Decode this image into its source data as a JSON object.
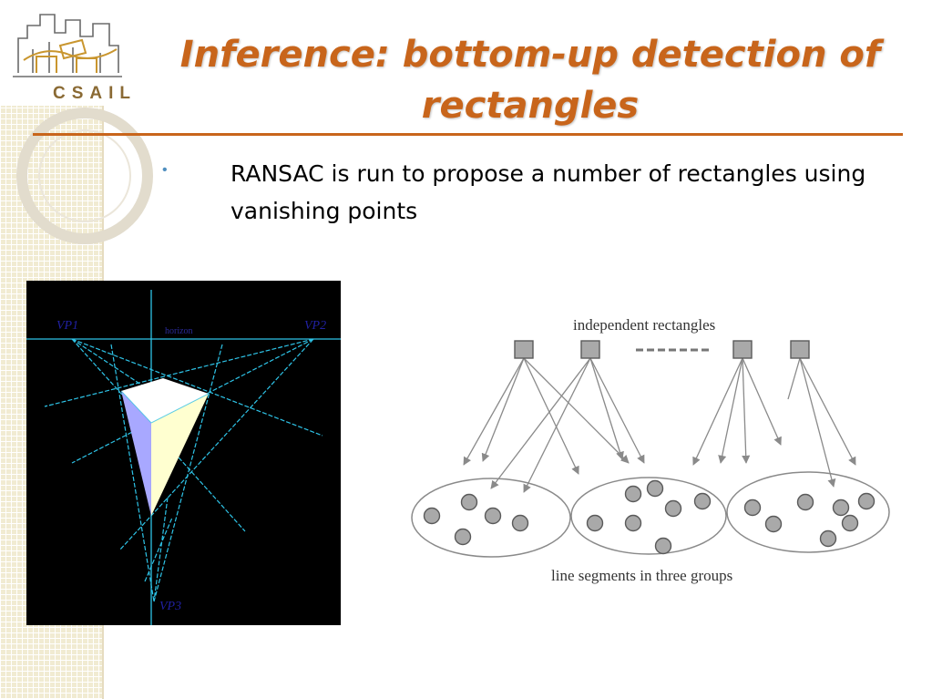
{
  "logo": {
    "text": "CSAIL"
  },
  "slide": {
    "title": "Inference: bottom-up detection of rectangles",
    "bullet_marker": "•",
    "bullet": "RANSAC is run to propose a number of rectangles using vanishing points"
  },
  "photo": {
    "labels": {
      "vp1": "VP1",
      "vp2": "VP2",
      "vp3": "VP3",
      "horizon": "horizon"
    }
  },
  "diagram": {
    "top_label": "independent rectangles",
    "bottom_label": "line segments  in three groups"
  },
  "colors": {
    "title": "#c8651b",
    "bullet_marker": "#4f8fbf",
    "vanishing_lines": "#2ec4e8",
    "node_fill": "#a9a9a9"
  }
}
